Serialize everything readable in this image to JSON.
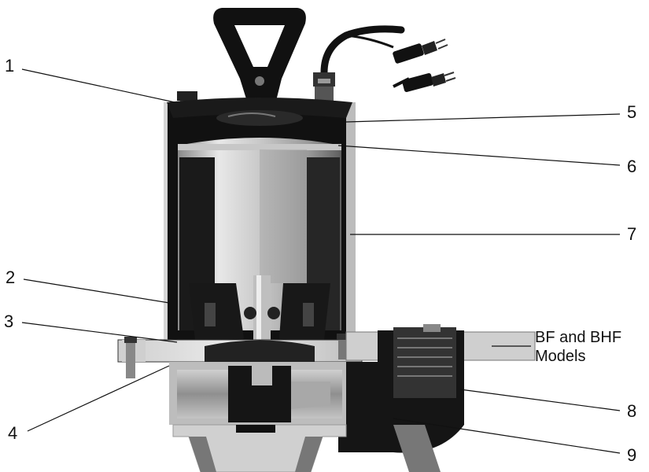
{
  "callouts": {
    "c1": "1",
    "c2": "2",
    "c3": "3",
    "c4": "4",
    "c5": "5",
    "c6": "6",
    "c7": "7",
    "c8": "8",
    "c9": "9"
  },
  "note": {
    "line1": "BF and BHF",
    "line2": "Models"
  }
}
